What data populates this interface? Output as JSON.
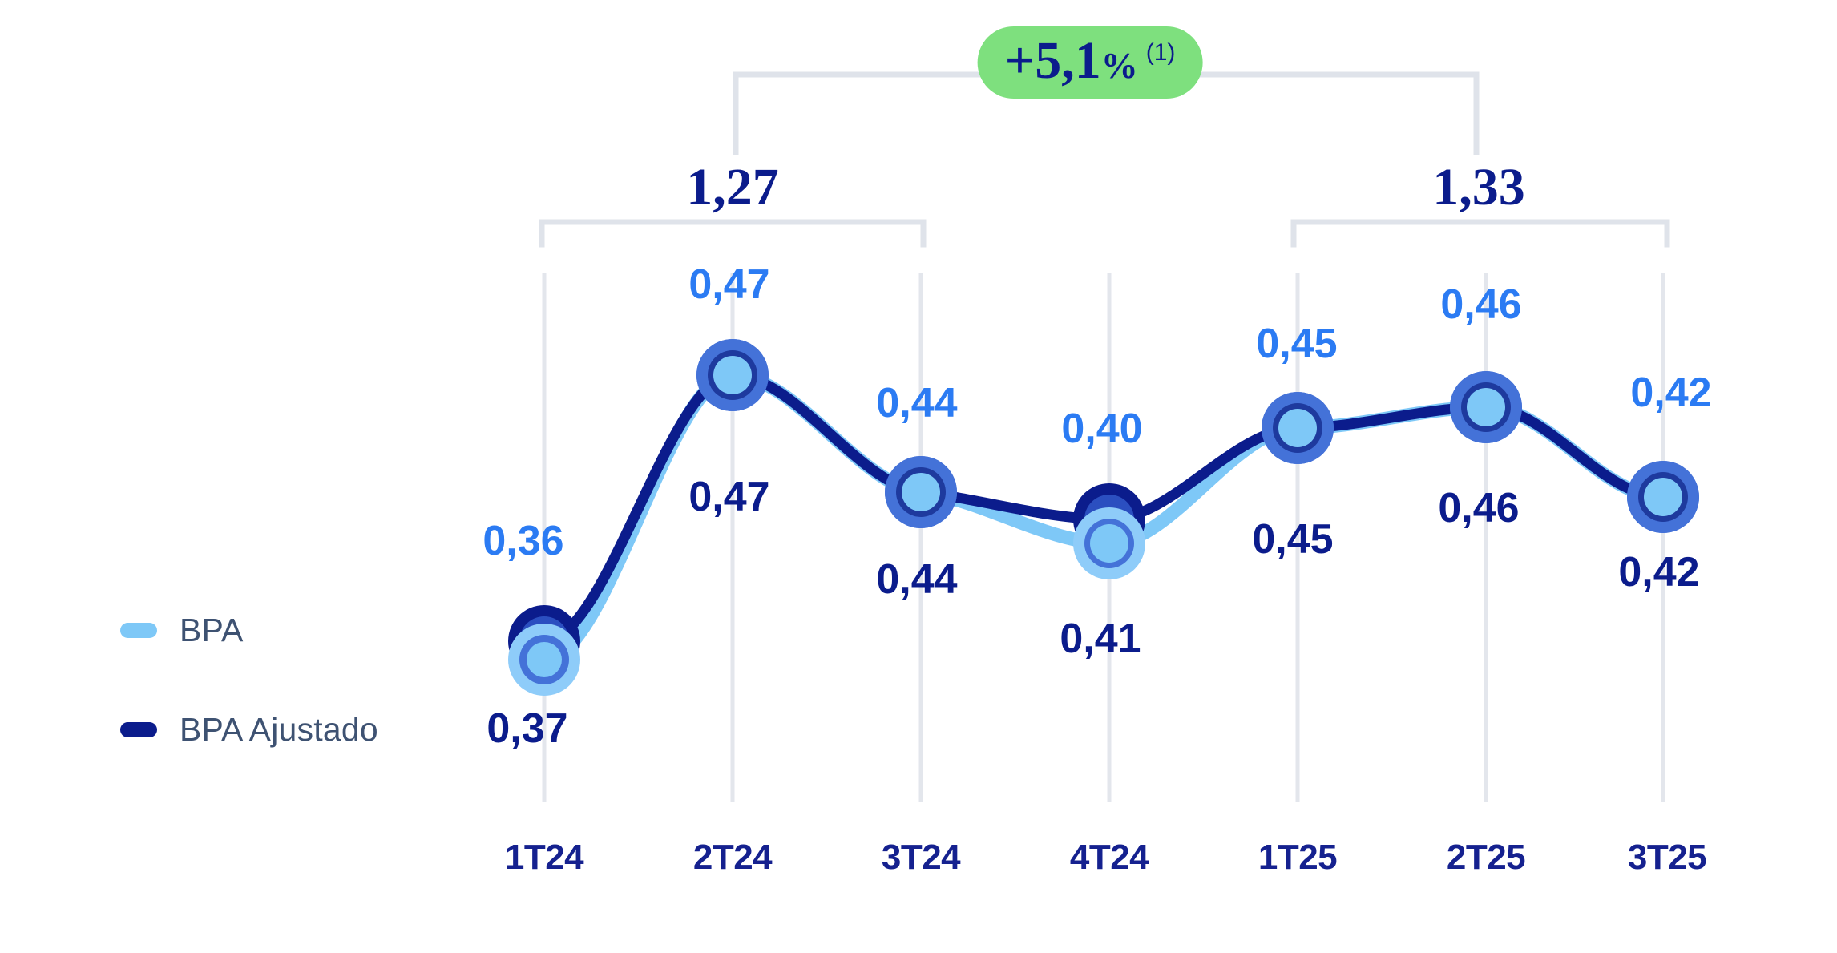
{
  "chart_data": {
    "type": "line",
    "title": "",
    "subtitle": "",
    "xlabel": "",
    "ylabel": "",
    "grid": "vertical",
    "legend_position": "left",
    "ylim": [
      0.3,
      0.5
    ],
    "categories": [
      "1T24",
      "2T24",
      "3T24",
      "4T24",
      "1T25",
      "2T25",
      "3T25"
    ],
    "series": [
      {
        "name": "BPA",
        "color": "#7EC8F7",
        "label_color": "#2B7BF3",
        "values": [
          0.36,
          0.47,
          0.44,
          0.4,
          0.45,
          0.46,
          0.42
        ],
        "labels": [
          "0,36",
          "0,47",
          "0,44",
          "0,40",
          "0,45",
          "0,46",
          "0,42"
        ]
      },
      {
        "name": "BPA Ajustado",
        "color": "#0B1C8C",
        "label_color": "#0B1C8C",
        "values": [
          0.37,
          0.47,
          0.44,
          0.41,
          0.45,
          0.46,
          0.42
        ],
        "labels": [
          "0,37",
          "0,47",
          "0,44",
          "0,41",
          "0,45",
          "0,46",
          "0,42"
        ]
      }
    ],
    "annotations": [
      {
        "id": "sum-2024",
        "text": "1,27",
        "span_categories": [
          "2T24",
          "3T24",
          "4T24"
        ],
        "description": "Soma 2T24-4T24"
      },
      {
        "id": "sum-2025",
        "text": "1,33",
        "span_categories": [
          "1T25",
          "2T25",
          "3T25"
        ],
        "description": "Soma 1T25-3T25"
      },
      {
        "id": "growth-badge",
        "text": "+5,1",
        "percent": "%",
        "footnote": "(1)",
        "badge_color": "#7EE07E",
        "text_color": "#0B1C8C",
        "description": "Crescimento entre os dois periodos"
      }
    ]
  },
  "legend": {
    "items": [
      {
        "label": "BPA",
        "color": "#7EC8F7"
      },
      {
        "label": "BPA Ajustado",
        "color": "#0B1C8C"
      }
    ]
  },
  "axis": {
    "categories": [
      "1T24",
      "2T24",
      "3T24",
      "4T24",
      "1T25",
      "2T25",
      "3T25"
    ]
  },
  "value_labels": {
    "bpa": [
      "0,36",
      "0,47",
      "0,44",
      "0,40",
      "0,45",
      "0,46",
      "0,42"
    ],
    "adjusted": [
      "0,37",
      "0,47",
      "0,44",
      "0,41",
      "0,45",
      "0,46",
      "0,42"
    ]
  },
  "brackets": {
    "left_sum": "1,27",
    "right_sum": "1,33",
    "growth": "+5,1",
    "growth_percent": "%",
    "growth_footnote": "(1)"
  },
  "colors": {
    "bpa": "#7EC8F7",
    "bpa_label": "#2B7BF3",
    "adjusted": "#0B1C8C",
    "marker_outer": "#4472D8",
    "marker_ring": "#1E3A9E",
    "marker_core": "#7EC8F7",
    "gridline": "#E3E6EC",
    "bracket": "#DFE3EA",
    "badge": "#7EE07E",
    "axis_text": "#15218F",
    "legend_text": "#3E5272"
  }
}
